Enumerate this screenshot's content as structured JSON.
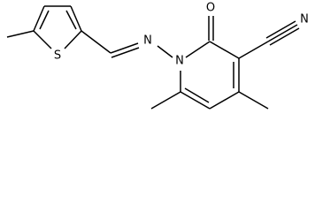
{
  "structure": {
    "atoms": {
      "sulfur": "S",
      "imine_nitrogen": "N",
      "ring_nitrogen": "N",
      "carbonyl_oxygen": "O",
      "nitrile_nitrogen": "N"
    }
  },
  "colors": {
    "bond": "#000000",
    "label": "#000000",
    "background": "#ffffff"
  }
}
